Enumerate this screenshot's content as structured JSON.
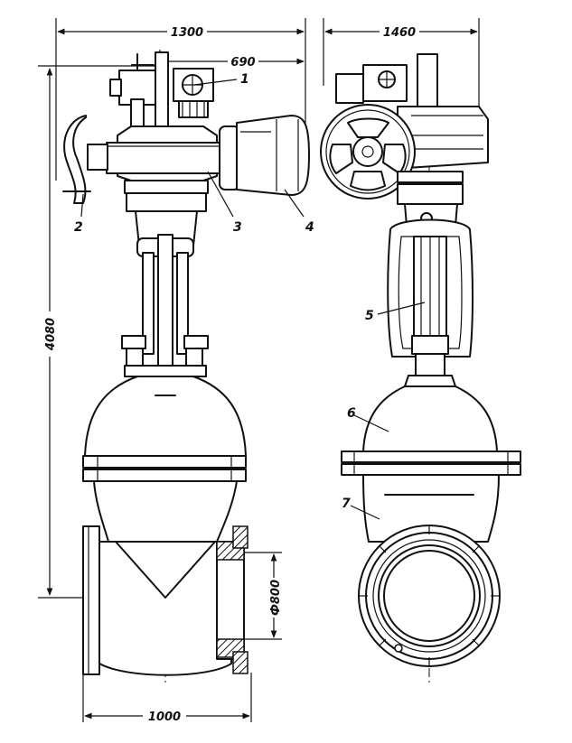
{
  "dimensions": {
    "left_width": "1300",
    "right_offset": "690",
    "side_width": "1460",
    "height": "4080",
    "bore": "Ф800",
    "base_length": "1000"
  },
  "callouts": [
    "1",
    "2",
    "3",
    "4",
    "5",
    "6",
    "7"
  ]
}
